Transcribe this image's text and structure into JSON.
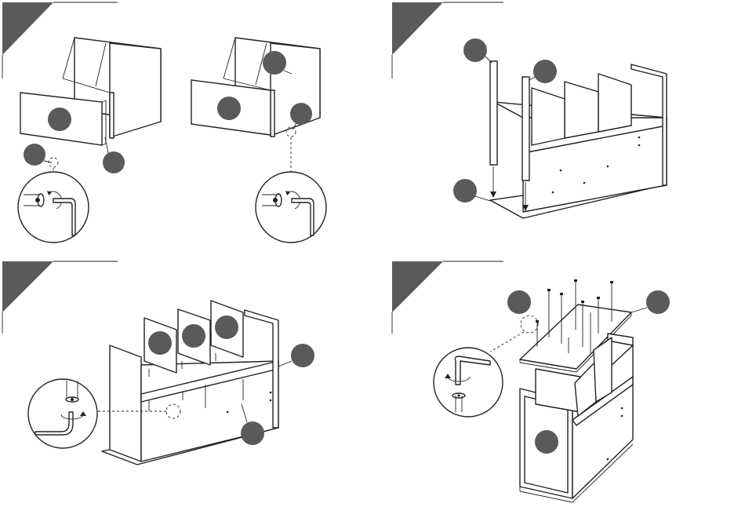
{
  "diagram": {
    "kind": "furniture-assembly-instructions",
    "ink_color": "#222222",
    "badge_color": "#5a5a5a",
    "steps": [
      {
        "part_markers": 6,
        "has_zoom_detail": true,
        "detail_icons": [
          "cam-lock-icon",
          "allen-key-icon"
        ]
      },
      {
        "part_markers": 3,
        "has_zoom_detail": false
      },
      {
        "part_markers": 5,
        "has_zoom_detail": true,
        "detail_icons": [
          "cam-lock-icon",
          "allen-key-icon"
        ]
      },
      {
        "part_markers": 3,
        "has_zoom_detail": true,
        "detail_icons": [
          "allen-key-icon",
          "screw-icon"
        ]
      }
    ]
  }
}
